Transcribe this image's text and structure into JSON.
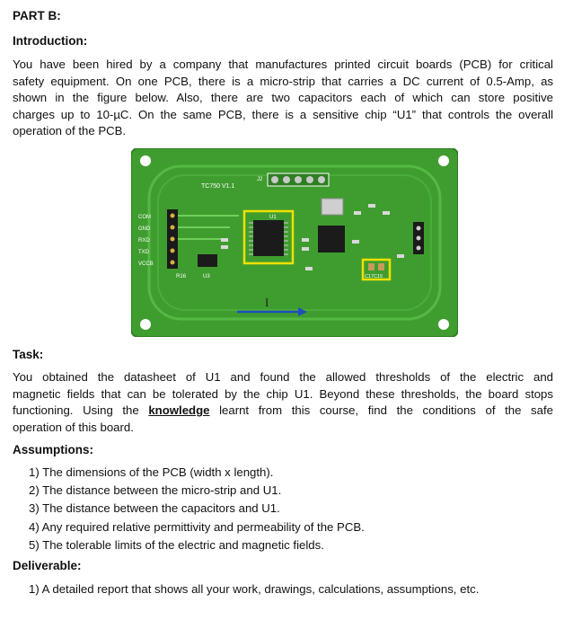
{
  "part_heading": "PART B:",
  "intro_heading": "Introduction:",
  "intro_lines": [
    "You have been hired by a company that manufactures printed circuit boards (PCB) for critical",
    "safety equipment. On one PCB, there is a micro-strip that carries a DC current of 0.5-Amp, as",
    "shown in the figure below. Also, there are two capacitors each of which can store positive",
    "charges up to 10-µC. On the same PCB, there is a sensitive chip “U1” that controls the overall",
    "operation of the PCB."
  ],
  "figure": {
    "board_color": "#3f9d2f",
    "highlight_color": "#f0e000",
    "arrow_color": "#1f4fb8",
    "silkscreen": {
      "version": "TC750 V1.1",
      "j2": "J2",
      "u1": "U1",
      "u3": "U3",
      "r16": "R16",
      "c17c15": "C17C15",
      "current_label": "I",
      "pin_labels": [
        "COM",
        "GND",
        "RXD",
        "TXD",
        "VCCB"
      ]
    }
  },
  "task_heading": "Task:",
  "task": {
    "line1": "You obtained the datasheet of U1 and found the allowed thresholds of the electric and",
    "line2": "magnetic fields that can be tolerated by the chip U1. Beyond these thresholds, the board stops",
    "line3_pre": "functioning. Using the ",
    "line3_kw": "knowledge",
    "line3_post": " learnt from this course, find the conditions of the safe",
    "line4": "operation of this board."
  },
  "assumptions_heading": "Assumptions:",
  "assumptions": [
    "1)  The dimensions of the PCB (width x length).",
    "2)  The distance between the micro-strip and U1.",
    "3)  The distance between the capacitors and U1.",
    "4)  Any required relative permittivity and permeability of the PCB.",
    "5)  The tolerable limits of the electric and magnetic fields."
  ],
  "deliverable_heading": "Deliverable:",
  "deliverables": [
    "1)  A detailed report that shows all your work, drawings, calculations, assumptions, etc."
  ]
}
